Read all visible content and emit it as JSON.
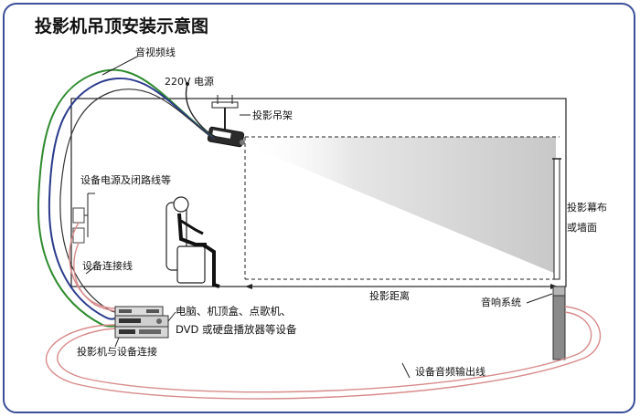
{
  "title": "投影机吊顶安装示意图",
  "labels": {
    "av_cable": "音视频线",
    "power_220v": "220V 电源",
    "projector_mount": "投影吊架",
    "power_and_cctv_lines": "设备电源及闭路线等",
    "device_connection_cable": "设备连接线",
    "devices_line1": "电脑、机顶盒、点歌机、",
    "devices_line2": "DVD 或硬盘播放器等设备",
    "projector_to_device": "投影机与设备连接",
    "projection_distance": "投影距离",
    "screen_line1": "投影幕布",
    "screen_line2": "或墙面",
    "sound_system": "音响系统",
    "audio_output_cable": "设备音频输出线"
  },
  "colors": {
    "frame_border": "#3b4f9a",
    "cable_green": "#2e8b2e",
    "cable_blue": "#2a3a8c",
    "cable_pink": "#d88a8a",
    "beam_gray": "#cfcfcf",
    "line_dark": "#222222"
  }
}
